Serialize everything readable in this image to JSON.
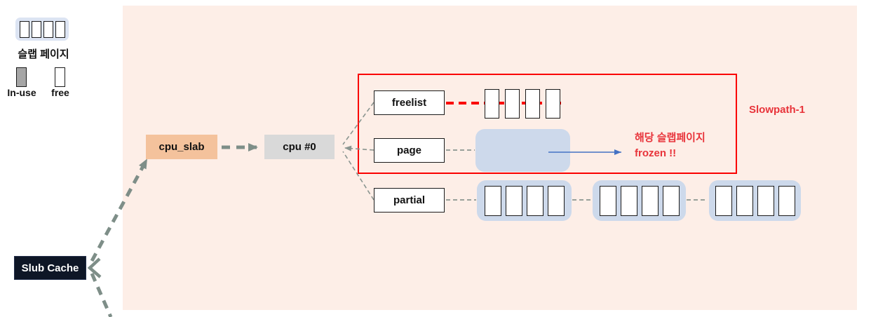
{
  "legend": {
    "slab_page_label": "슬랩 페이지",
    "slab_page_cell_count": 4,
    "in_use_label": "In-use",
    "free_label": "free"
  },
  "nodes": {
    "slub_cache_label": "Slub Cache",
    "cpu_slab_label": "cpu_slab",
    "cpu0_label": "cpu #0",
    "freelist_label": "freelist",
    "page_label": "page",
    "partial_label": "partial"
  },
  "annotations": {
    "slowpath_label": "Slowpath-1",
    "frozen_line1": "해당 슬랩페이지",
    "frozen_line2": "frozen !!"
  },
  "freelist_chain": {
    "cell_count": 4
  },
  "page_slab_page": {
    "cell_count": 0
  },
  "partial_chain": {
    "group_count": 3,
    "groups": [
      {
        "cell_count": 4
      },
      {
        "cell_count": 4
      },
      {
        "cell_count": 4
      }
    ]
  },
  "colors": {
    "panel_background": "#fdeee7",
    "cpu_slab_fill": "#f4c29c",
    "cpu0_fill": "#d9d9d9",
    "slub_cache_fill": "#0e1626",
    "slab_page_container_fill": "#cdd9eb",
    "legend_container_fill": "#dce4f3",
    "in_use_fill": "#a6a6a6",
    "red_accent": "#fa0000",
    "red_text": "#e8333a",
    "blue_arrow": "#4472c4",
    "thick_dash": "#7e8e88",
    "thin_dash": "#8a9590"
  }
}
